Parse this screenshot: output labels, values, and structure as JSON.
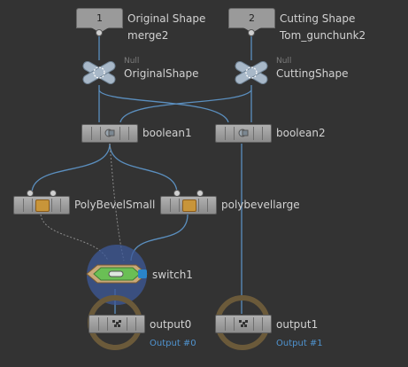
{
  "nodes": {
    "input1": {
      "number": "1",
      "title": "Original Shape",
      "subtitle": "merge2"
    },
    "input2": {
      "number": "2",
      "title": "Cutting Shape",
      "subtitle": "Tom_gunchunk2"
    },
    "null1": {
      "type": "Null",
      "name": "OriginalShape"
    },
    "null2": {
      "type": "Null",
      "name": "CuttingShape"
    },
    "boolean1": {
      "name": "boolean1"
    },
    "boolean2": {
      "name": "boolean2"
    },
    "polybevel1": {
      "name": "PolyBevelSmall"
    },
    "polybevel2": {
      "name": "polybevellarge"
    },
    "switch1": {
      "name": "switch1"
    },
    "output0": {
      "name": "output0",
      "label": "Output #0"
    },
    "output1": {
      "name": "output1",
      "label": "Output #1"
    }
  },
  "colors": {
    "background": "#333333",
    "wire": "#5b8fbf",
    "output_label": "#4f93cf",
    "output_ring": "#6b5a3a",
    "switch_ring": "#3d5a9a",
    "switch_body": "#5aa04a"
  },
  "icons": {
    "null": "null-x-icon",
    "boolean": "boolean-icon",
    "polybevel": "box-icon",
    "switch": "switch-icon",
    "output": "output-icon"
  }
}
